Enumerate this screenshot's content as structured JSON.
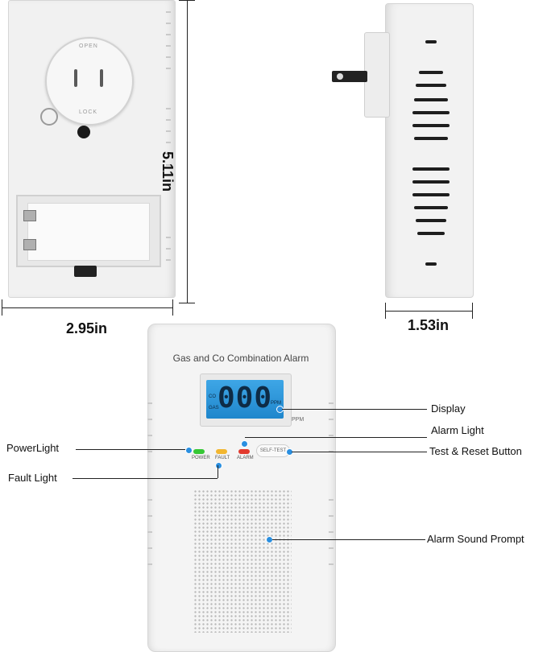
{
  "dimensions": {
    "height": "5.11in",
    "width": "2.95in",
    "depth": "1.53in"
  },
  "back_view": {
    "plug_label_top": "OPEN",
    "plug_label_bottom": "LOCK"
  },
  "device": {
    "title": "Gas and Co Combination Alarm",
    "display": {
      "digits": "000",
      "left_labels": [
        "CO",
        "GAS"
      ],
      "right_label": "PPM",
      "unit": "PPM"
    },
    "leds": [
      {
        "label": "POWER",
        "color": "#35c734"
      },
      {
        "label": "FAULT",
        "color": "#f2b630"
      },
      {
        "label": "ALARM",
        "color": "#e23a2e"
      }
    ],
    "self_test_label": "SELF-TEST"
  },
  "callouts": {
    "display": "Display",
    "alarm_light": "Alarm Light",
    "power_light": "PowerLight",
    "test_reset": "Test & Reset Button",
    "fault_light": "Fault Light",
    "alarm_sound": "Alarm Sound Prompt"
  },
  "accent_color": "#2a8fe0"
}
